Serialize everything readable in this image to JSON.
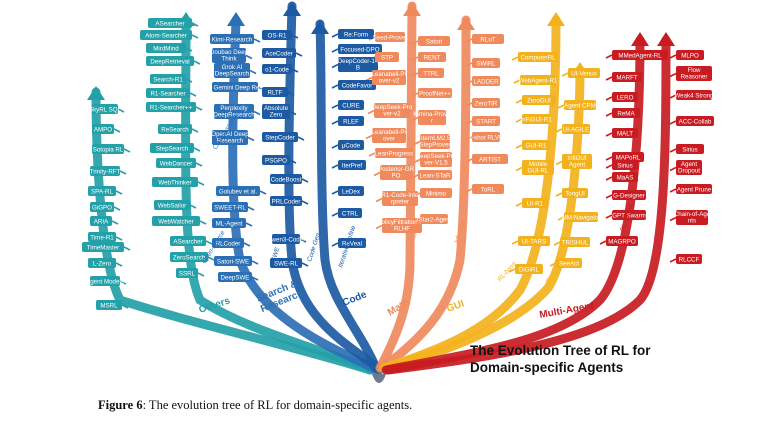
{
  "title_lines": [
    "The Evolution Tree of RL for",
    "Domain-specific Agents"
  ],
  "caption": {
    "prefix": "Figure",
    "number": "6",
    "text": ": The evolution tree of RL for domain-specific agents."
  },
  "colors": {
    "others": "#23a0a8",
    "search": "#2b6fb5",
    "code": "#1c5aa3",
    "math": "#f08a5d",
    "gui": "#f3b21c",
    "multiagent": "#c81b22"
  },
  "branches": [
    {
      "id": "others",
      "label": "Others",
      "color": "#23a0a8",
      "items": [
        "ASearcher",
        "Atom-Searcher",
        "MirdMind",
        "DeepRetrieval",
        "Search-R1",
        "R1-Searcher",
        "R1-Searcher++",
        "ReSearch",
        "StepSearch",
        "WebDancer",
        "WebThinker",
        "WebSailor",
        "WebWatcher",
        "ASearcher",
        "ZeroSearch",
        "SSRL",
        "SkyRL SQL",
        "AMPO",
        "Sotopia RL",
        "Trinity-RFT",
        "SPA-RL",
        "GiGPO",
        "ARIA",
        "Time-R1",
        "TimeMaster",
        "L-Zero",
        "Agent Models",
        "MSRL"
      ]
    },
    {
      "id": "search",
      "label": "Search & Research",
      "color": "#2b6fb5",
      "sublabels": [
        "Closed-source",
        "Open-source"
      ],
      "items": [
        "Kimi-Research",
        "Doubao Deep Think",
        "Grok AI DeepSearch",
        "Google Gemini Deep Research",
        "Perplexity DeepResearch",
        "OpenAI Deep Research",
        "Golubev et al.",
        "SWEET-RL",
        "ML-Agent",
        "RLCoder",
        "Satori-SWE",
        "DeepSWE"
      ]
    },
    {
      "id": "code",
      "label": "Code",
      "color": "#1c5aa3",
      "sublabels": [
        "SWE",
        "Code Gen",
        "Iterative Refine"
      ],
      "items": [
        "OS-R1",
        "AceCoder",
        "o1-Code",
        "RLTF",
        "Absolute Zero",
        "StepCoder",
        "PSGPO",
        "CodeBoost",
        "PRLCoder",
        "Qwen3-Coder",
        "SWE-RL",
        "Re:Form",
        "Focused-DPO",
        "DeepCoder-14B",
        "CodeFavor",
        "CURE",
        "RLEF",
        "μCode",
        "IterPref",
        "LeDex",
        "CTRL",
        "ReVeal"
      ]
    },
    {
      "id": "math",
      "label": "Math",
      "color": "#f08a5d",
      "sublabels": [
        "Formal",
        "Informal"
      ],
      "items": [
        "Seed-Prover",
        "STP",
        "Leanabell-Prover-v2",
        "DeepSeek-Prover-v2",
        "Leanabell-Prover",
        "LeanProgress",
        "Posterior-GRPO",
        "R1-Code-Interpreter",
        "PolicyFiltration for RLHF",
        "Satori",
        "RENT",
        "TTRL",
        "ProofNet++",
        "Kimina-Prover",
        "InternLM2.5-StepProver",
        "DeepSeek-Prover-V1.5",
        "Lean-STaR",
        "Minimo",
        "rStar2-Agent",
        "RLoT",
        "SWiRL",
        "LADDER",
        "ZeroTIR",
        "START",
        "1-shot RLVR",
        "ARTIST",
        "ToRL"
      ]
    },
    {
      "id": "gui",
      "label": "GUI",
      "color": "#f3b21c",
      "sublabels": [
        "RL-base",
        "RL-free"
      ],
      "items": [
        "ComputerRL",
        "WebAgent-R1",
        "ZeroGUI",
        "InFiGUI-R1",
        "GUI-R1",
        "Mobile GUI-RL",
        "UI-R1",
        "UI-TARS",
        "DiGiRL",
        "UI-Venus",
        "Agent CPM",
        "UI-AGILE",
        "InfiGUI Agent",
        "TongUI",
        "MM-Navigator",
        "TRISHUL",
        "SeeAct"
      ]
    },
    {
      "id": "multiagent",
      "label": "Multi-Agent",
      "color": "#c81b22",
      "sublabels": [
        "RL-based"
      ],
      "items": [
        "MMedAgent-RL",
        "MARFT",
        "LERO",
        "ReMA",
        "MALT",
        "MAPoRL",
        "Sirius",
        "MaAS",
        "G-Designer",
        "GPT Swarm",
        "MAGRPO",
        "MLPO",
        "Flow Reasoner",
        "Weak4 Strong",
        "ACC-Collab",
        "Sirius",
        "Agent Dropout",
        "Agent Prune",
        "Chain-of-Agents",
        "RLCCF"
      ]
    }
  ]
}
